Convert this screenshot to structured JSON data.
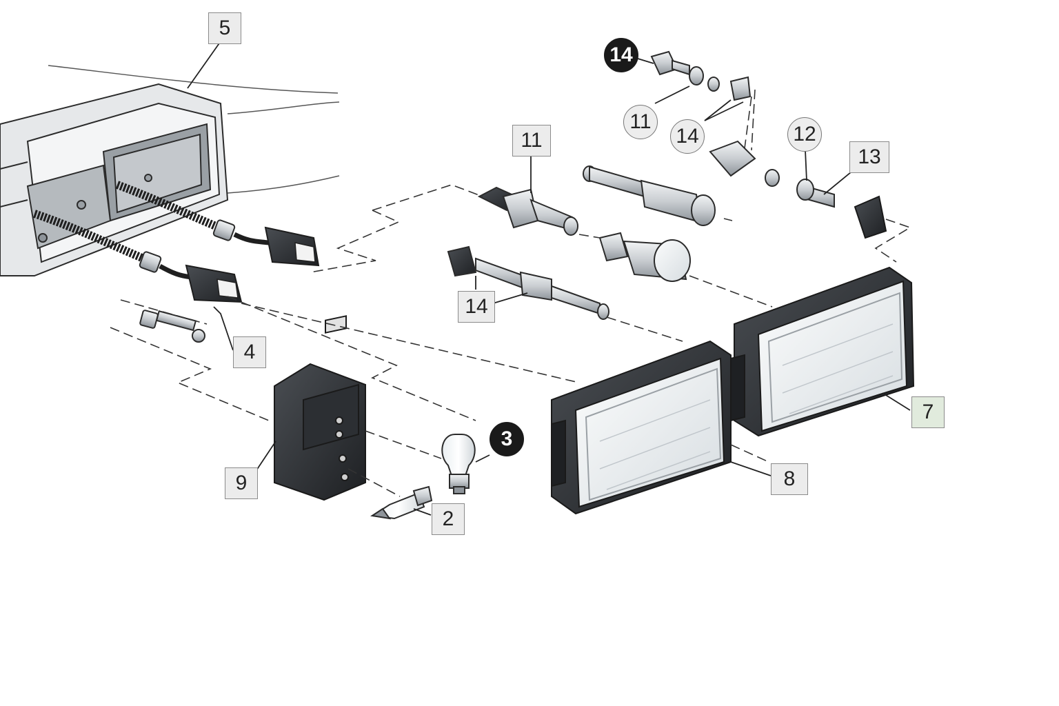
{
  "callouts": [
    {
      "id": "c5",
      "text": "5",
      "shape": "square"
    },
    {
      "id": "c14a",
      "text": "14",
      "shape": "circle-dark"
    },
    {
      "id": "c11a",
      "text": "11",
      "shape": "circle"
    },
    {
      "id": "c14b",
      "text": "14",
      "shape": "circle"
    },
    {
      "id": "c12",
      "text": "12",
      "shape": "circle"
    },
    {
      "id": "c13",
      "text": "13",
      "shape": "square"
    },
    {
      "id": "c11b",
      "text": "11",
      "shape": "square"
    },
    {
      "id": "c14c",
      "text": "14",
      "shape": "square"
    },
    {
      "id": "c4",
      "text": "4",
      "shape": "square"
    },
    {
      "id": "c3",
      "text": "3",
      "shape": "circle-dark"
    },
    {
      "id": "c9",
      "text": "9",
      "shape": "square"
    },
    {
      "id": "c2",
      "text": "2",
      "shape": "square"
    },
    {
      "id": "c8",
      "text": "8",
      "shape": "square"
    },
    {
      "id": "c7",
      "text": "7",
      "shape": "square-highlight"
    }
  ],
  "colors": {
    "outline": "#2b2b2b",
    "metal_light": "#d9dcdf",
    "metal_dark": "#8e949a",
    "housing": "#2c2f33",
    "lens": "#eef1f3",
    "label_fill": "#ececec",
    "label_highlight": "#e1ebdd",
    "callout_dark": "#1a1a1a"
  }
}
